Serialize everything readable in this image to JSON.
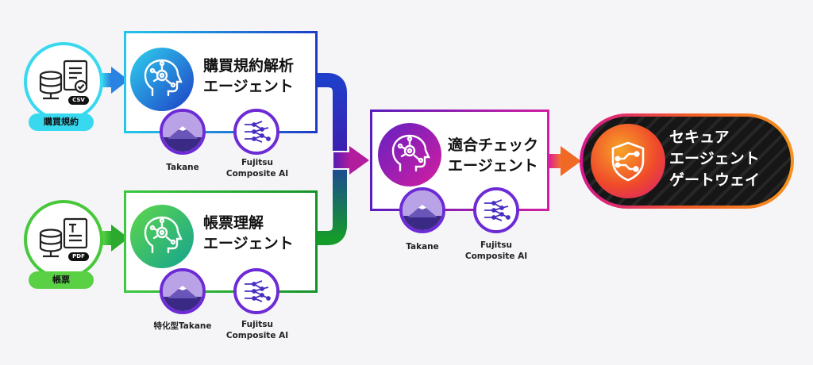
{
  "sources": [
    {
      "label": "購買規約",
      "file_badge": "CSV",
      "icon": "database-document-icon"
    },
    {
      "label": "帳票",
      "file_badge": "PDF",
      "icon": "database-document-icon"
    }
  ],
  "agents": [
    {
      "title_line1": "購買規約解析",
      "title_line2": "エージェント",
      "tools": [
        {
          "label": "Takane",
          "icon": "mountain-icon"
        },
        {
          "label_line1": "Fujitsu",
          "label_line2": "Composite AI",
          "icon": "network-icon"
        }
      ]
    },
    {
      "title_line1": "帳票理解",
      "title_line2": "エージェント",
      "tools": [
        {
          "label": "特化型Takane",
          "icon": "mountain-icon"
        },
        {
          "label_line1": "Fujitsu",
          "label_line2": "Composite AI",
          "icon": "network-icon"
        }
      ]
    },
    {
      "title_line1": "適合チェック",
      "title_line2": "エージェント",
      "tools": [
        {
          "label": "Takane",
          "icon": "mountain-icon"
        },
        {
          "label_line1": "Fujitsu",
          "label_line2": "Composite AI",
          "icon": "network-icon"
        }
      ]
    }
  ],
  "gateway": {
    "line1": "セキュア",
    "line2": "エージェント",
    "line3": "ゲートウェイ",
    "icon": "shield-network-icon"
  },
  "colors": {
    "cyan": "#2ccfee",
    "green": "#44c63a",
    "blue": "#1f36c4",
    "purple": "#7a22c8",
    "magenta": "#d81b9c",
    "orange": "#f37a22"
  }
}
